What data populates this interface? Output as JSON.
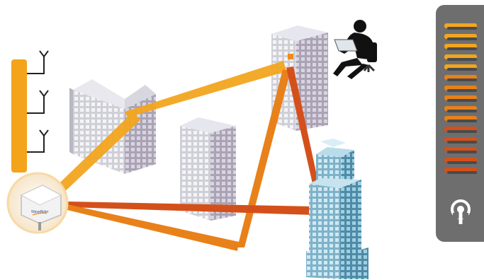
{
  "colors": {
    "signal_high": "#f2a51f",
    "signal_mid": "#e8811a",
    "signal_low": "#d4501a",
    "panel": "#6e6e6e",
    "antenna_strip": "#f3a41a"
  },
  "icons": {
    "panel": "antenna-signal-icon",
    "device": "access-point-device-icon",
    "user": "laptop-user-icon"
  },
  "signal_meter": {
    "bars_total": 15,
    "levels": [
      "high",
      "high",
      "high",
      "high",
      "high",
      "mid",
      "mid",
      "mid",
      "mid",
      "mid",
      "low",
      "low",
      "low",
      "low",
      "low"
    ]
  },
  "device_label": "WaveRider"
}
